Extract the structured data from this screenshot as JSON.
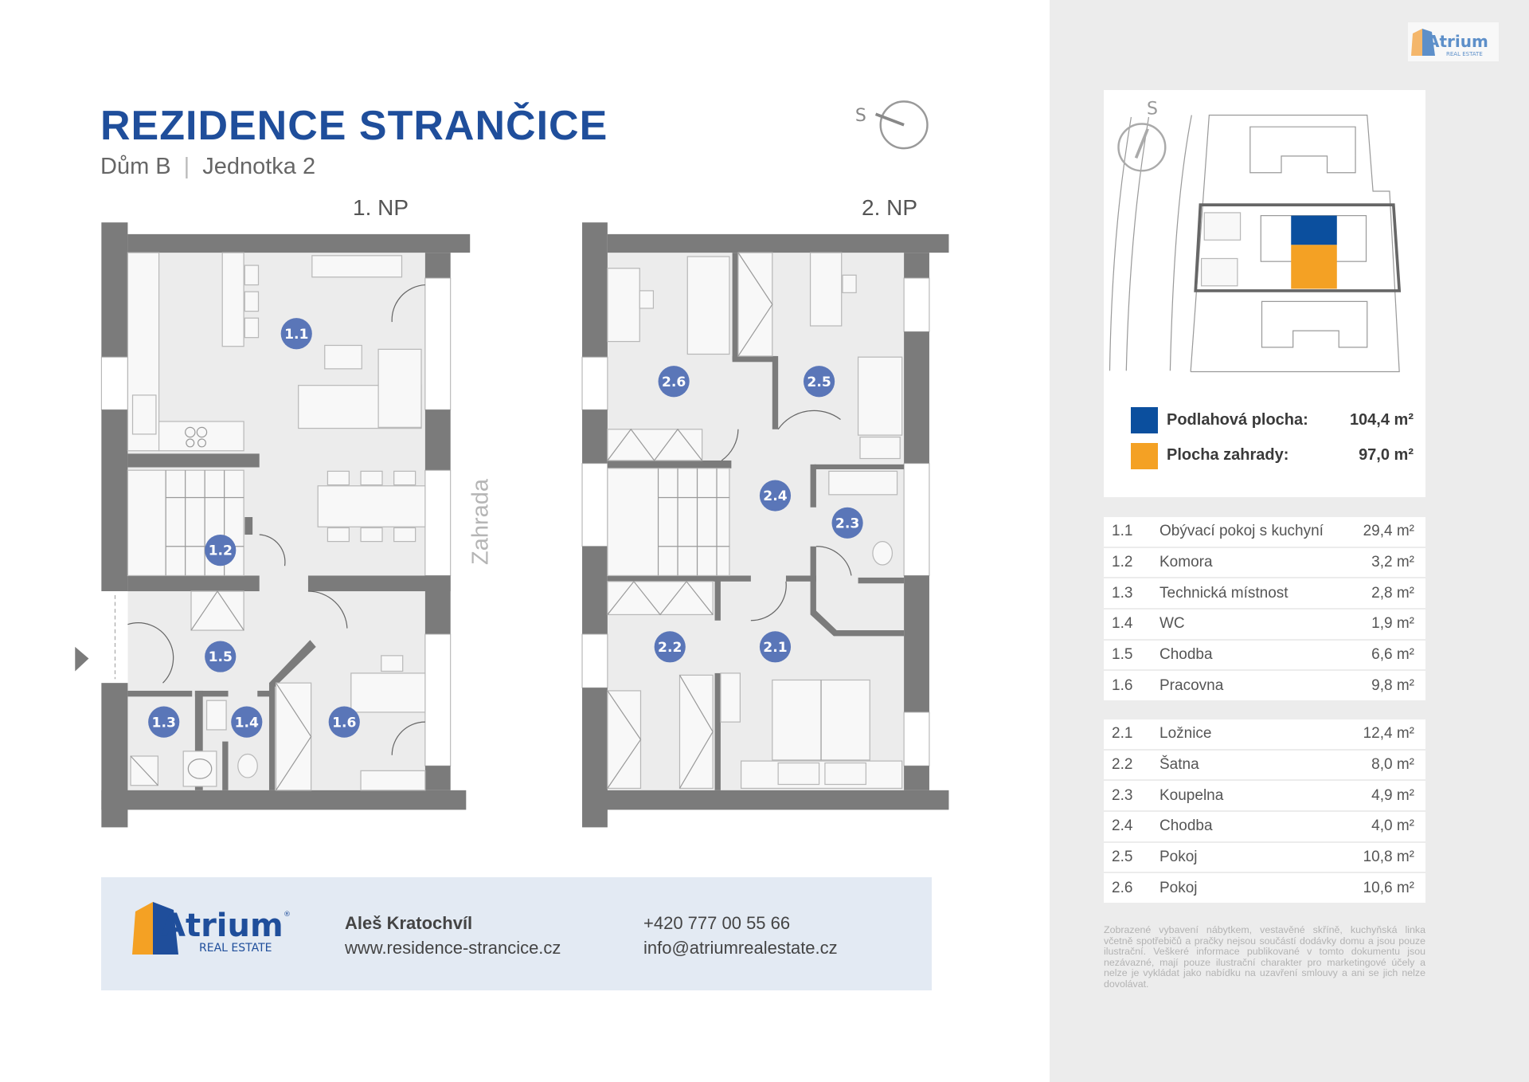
{
  "header": {
    "title": "REZIDENCE STRANČICE",
    "building": "Dům B",
    "separator": "|",
    "unit": "Jednotka 2",
    "compass_letter": "S"
  },
  "floors": [
    {
      "label": "1. NP",
      "rooms": [
        "1.1",
        "1.2",
        "1.3",
        "1.4",
        "1.5",
        "1.6"
      ]
    },
    {
      "label": "2. NP",
      "rooms": [
        "2.1",
        "2.2",
        "2.3",
        "2.4",
        "2.5",
        "2.6"
      ]
    }
  ],
  "garden_label": "Zahrada",
  "footer": {
    "logo_main": "Atrium",
    "logo_sub": "REAL ESTATE",
    "logo_mark": "®",
    "contact_name": "Aleš Kratochvíl",
    "website": "www.residence-strancice.cz",
    "phone": "+420 777 00 55 66",
    "email": "info@atriumrealestate.cz"
  },
  "site_plan": {
    "compass_letter": "S",
    "legend": [
      {
        "label": "Podlahová plocha:",
        "value": "104,4 m²",
        "color": "#0b4f9e"
      },
      {
        "label": "Plocha zahrady:",
        "value": "97,0 m²",
        "color": "#f4a124"
      }
    ]
  },
  "room_table": {
    "floor1": [
      {
        "code": "1.1",
        "name": "Obývací pokoj s kuchyní",
        "area": "29,4 m²"
      },
      {
        "code": "1.2",
        "name": "Komora",
        "area": "3,2 m²"
      },
      {
        "code": "1.3",
        "name": "Technická místnost",
        "area": "2,8 m²"
      },
      {
        "code": "1.4",
        "name": "WC",
        "area": "1,9 m²"
      },
      {
        "code": "1.5",
        "name": "Chodba",
        "area": "6,6 m²"
      },
      {
        "code": "1.6",
        "name": "Pracovna",
        "area": "9,8 m²"
      }
    ],
    "floor2": [
      {
        "code": "2.1",
        "name": "Ložnice",
        "area": "12,4 m²"
      },
      {
        "code": "2.2",
        "name": "Šatna",
        "area": "8,0 m²"
      },
      {
        "code": "2.3",
        "name": "Koupelna",
        "area": "4,9 m²"
      },
      {
        "code": "2.4",
        "name": "Chodba",
        "area": "4,0 m²"
      },
      {
        "code": "2.5",
        "name": "Pokoj",
        "area": "10,8 m²"
      },
      {
        "code": "2.6",
        "name": "Pokoj",
        "area": "10,6 m²"
      }
    ]
  },
  "disclaimer": "Zobrazené vybavení nábytkem, vestavěné skříně, kuchyňská linka včetně spotřebičů a pračky nejsou součástí dodávky domu a jsou pouze ilustrační. Veškeré informace publikované v tomto dokumentu jsou nezávazné, mají pouze ilustrační charakter pro marketingové účely a nelze je vykládat jako nabídku na uzavření smlouvy a ani se jich nelze dovolávat.",
  "colors": {
    "brand_blue": "#1f4e9b",
    "brand_orange": "#f4a124",
    "room_badge": "#5a76b8",
    "wall": "#7b7b7b"
  }
}
